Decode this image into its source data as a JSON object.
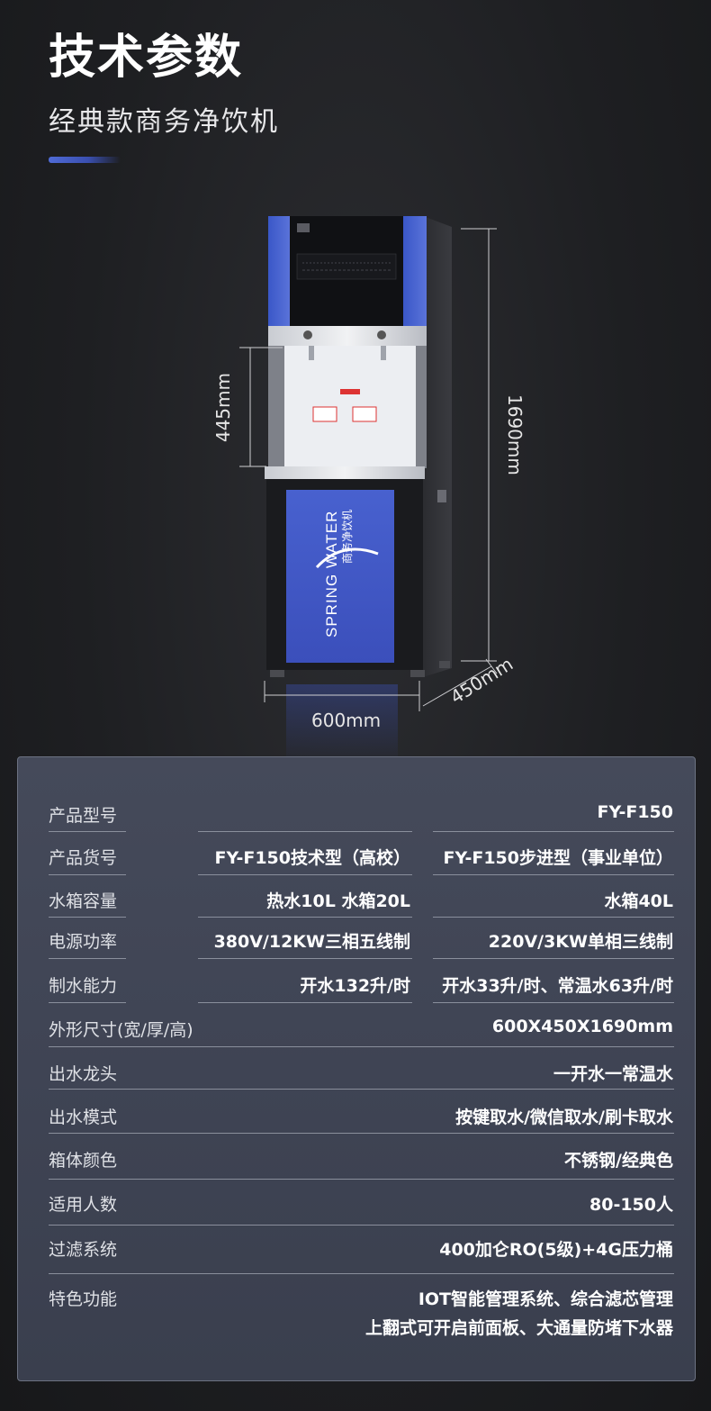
{
  "header": {
    "title": "技术参数",
    "subtitle": "经典款商务净饮机"
  },
  "product_image": {
    "brand_text_1": "SPRING WATER",
    "brand_text_2": "商务净饮机"
  },
  "dimensions": {
    "faucet_height": "445mm",
    "total_height": "1690mm",
    "width": "600mm",
    "depth": "450mm"
  },
  "specs": {
    "model_label": "产品型号",
    "model_value": "FY-F150",
    "sku_label": "产品货号",
    "sku_value_1": "FY-F150技术型（高校）",
    "sku_value_2": "FY-F150步进型（事业单位）",
    "tank_label": "水箱容量",
    "tank_value_1": "热水10L 水箱20L",
    "tank_value_2": "水箱40L",
    "power_label": "电源功率",
    "power_value_1": "380V/12KW三相五线制",
    "power_value_2": "220V/3KW单相三线制",
    "capacity_label": "制水能力",
    "capacity_value_1": "开水132升/时",
    "capacity_value_2": "开水33升/时、常温水63升/时",
    "size_label": "外形尺寸(宽/厚/高)",
    "size_value": "600X450X1690mm",
    "faucet_label": "出水龙头",
    "faucet_value": "一开水一常温水",
    "mode_label": "出水模式",
    "mode_value": "按键取水/微信取水/刷卡取水",
    "color_label": "箱体颜色",
    "color_value": "不锈钢/经典色",
    "people_label": "适用人数",
    "people_value": "80-150人",
    "filter_label": "过滤系统",
    "filter_value": "400加仑RO(5级)+4G压力桶",
    "feature_label": "特色功能",
    "feature_value_1": "IOT智能管理系统、综合滤芯管理",
    "feature_value_2": "上翻式可开启前面板、大通量防堵下水器"
  },
  "colors": {
    "accent_blue": "#3f56c4",
    "card_bg": "#424757",
    "background": "#1e1f22"
  }
}
